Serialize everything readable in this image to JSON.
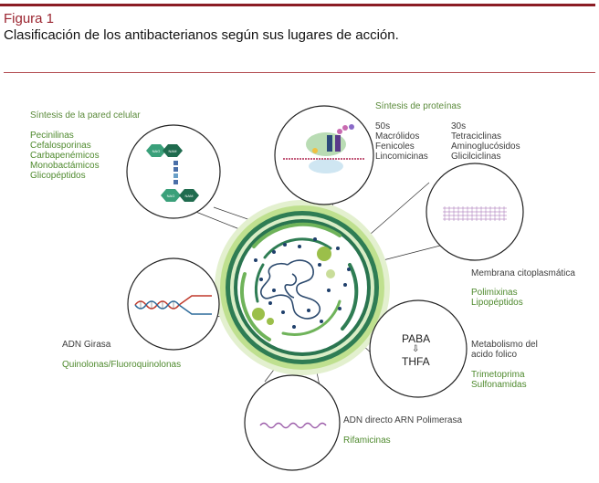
{
  "figure": {
    "label": "Figura 1",
    "caption": "Clasificación de los antibacterianos según sus lugares de acción."
  },
  "sites": {
    "cell_wall": {
      "title": "Síntesis de la pared celular",
      "drugs": [
        "Pecinilinas",
        "Cefalosporinas",
        "Carbapenémicos",
        "Monobactámicos",
        "Glicopéptidos"
      ],
      "nodes": [
        "NAG",
        "NAM",
        "NAG",
        "NAM"
      ]
    },
    "protein": {
      "title": "Síntesis de proteínas",
      "sub50": "50s",
      "drugs50": [
        "Macrólidos",
        "Fenicoles",
        "Lincomicinas"
      ],
      "sub30": "30s",
      "drugs30": [
        "Tetraciclinas",
        "Aminoglucósidos",
        "Glicilciclinas"
      ]
    },
    "membrane": {
      "title": "Membrana citoplasmática",
      "drugs": [
        "Polimixinas",
        "Lipopéptidos"
      ]
    },
    "folate": {
      "title": [
        "Metabolismo del",
        "acido folico"
      ],
      "paba": "PABA",
      "arrow": "⇩",
      "thfa": "THFA",
      "drugs": [
        "Trimetoprima",
        "Sulfonamidas"
      ]
    },
    "rna": {
      "title": "ADN directo ARN Polimerasa",
      "drugs": [
        "Rifamicinas"
      ]
    },
    "dna": {
      "title": "ADN Girasa",
      "drugs": [
        "Quinolonas/Fluoroquinolonas"
      ]
    }
  },
  "colors": {
    "brand": "#8b1c24",
    "green_text": "#4f8a2e",
    "cell_dark": "#1f6b4e",
    "cell_light": "#8dc26b"
  }
}
